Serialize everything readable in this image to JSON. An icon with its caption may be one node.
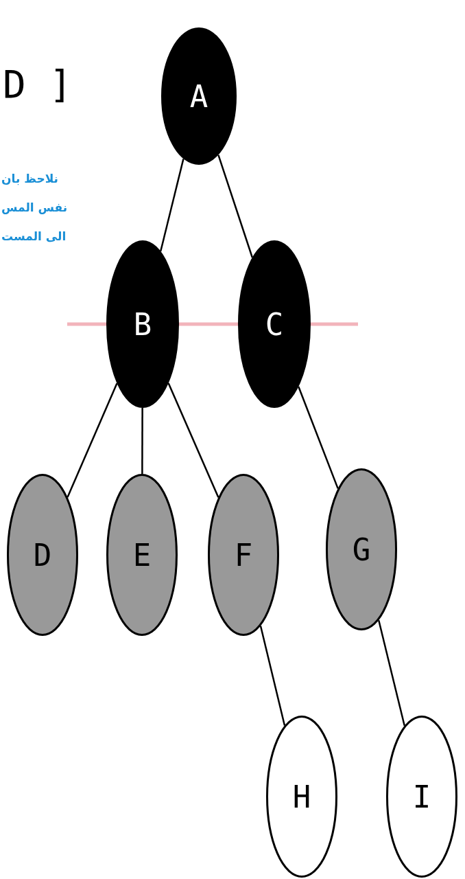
{
  "diagram": {
    "nodes": [
      {
        "text": [
          "A"
        ]
      },
      {
        "text": [
          "B"
        ]
      },
      {
        "text": [
          "C"
        ]
      },
      {
        "text": [
          "D"
        ]
      },
      {
        "text": [
          "E"
        ]
      },
      {
        "text": [
          "F"
        ]
      },
      {
        "text": [
          "G"
        ]
      },
      {
        "text": [
          "H"
        ]
      },
      {
        "text": [
          "I"
        ]
      }
    ],
    "edges": [
      {
        "from": 0,
        "to": 1,
        "arrow": "none"
      },
      {
        "from": 0,
        "to": 2,
        "arrow": "none"
      },
      {
        "from": 1,
        "to": 3,
        "arrow": "none"
      },
      {
        "from": 1,
        "to": 4,
        "arrow": "none"
      },
      {
        "from": 1,
        "to": 5,
        "arrow": "none"
      },
      {
        "from": 2,
        "to": 6,
        "arrow": "none"
      },
      {
        "from": 5,
        "to": 7,
        "arrow": "none"
      },
      {
        "from": 6,
        "to": 8,
        "arrow": "none"
      }
    ],
    "labels": [
      "D ]",
      "نلاحظ بان",
      "نفس المس",
      "الى المست"
    ]
  }
}
